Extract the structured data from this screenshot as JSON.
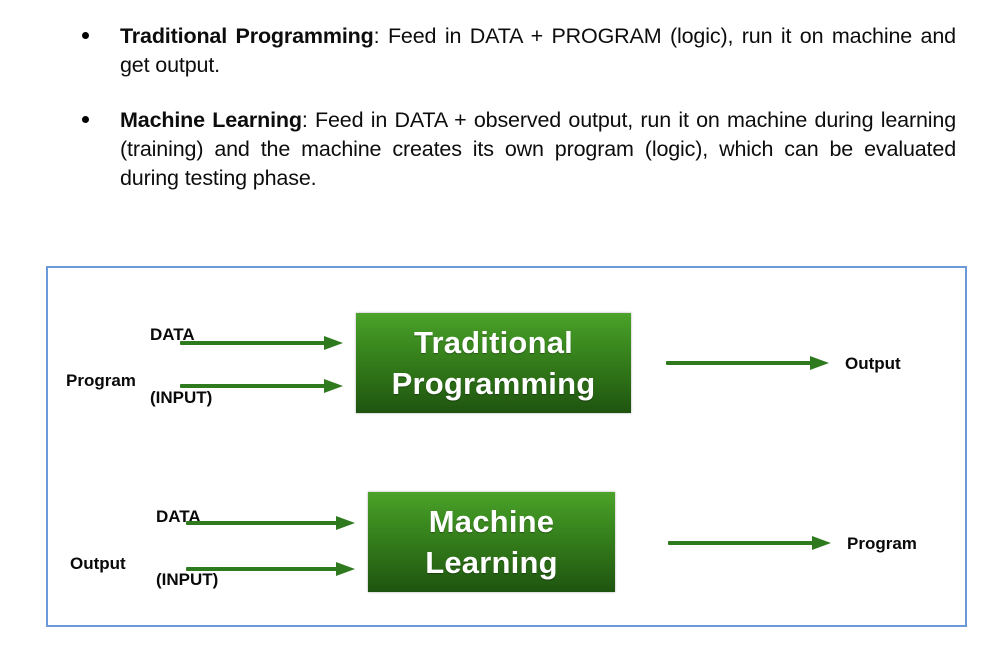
{
  "bullets": [
    {
      "term": "Traditional Programming",
      "body": ": Feed in DATA + PROGRAM (logic), run it on machine and get output."
    },
    {
      "term": "Machine Learning",
      "body": ": Feed in DATA + observed output, run it on machine during learning (training) and the machine creates its own program (logic), which can be evaluated during testing phase."
    }
  ],
  "diagram": {
    "border_color": "#6a9bd8",
    "box_gradient_top": "#4ca32a",
    "box_gradient_bottom": "#1f5410",
    "arrow_color": "#2f7a1e",
    "rows": [
      {
        "name": "traditional-programming",
        "input_label_line1": "DATA",
        "input_label_line2": "(INPUT)",
        "second_input_label": "Program",
        "box_line1": "Traditional",
        "box_line2": "Programming",
        "output_label": "Output"
      },
      {
        "name": "machine-learning",
        "input_label_line1": "DATA",
        "input_label_line2": "(INPUT)",
        "second_input_label": "Output",
        "box_line1": "Machine",
        "box_line2": "Learning",
        "output_label": "Program"
      }
    ]
  }
}
